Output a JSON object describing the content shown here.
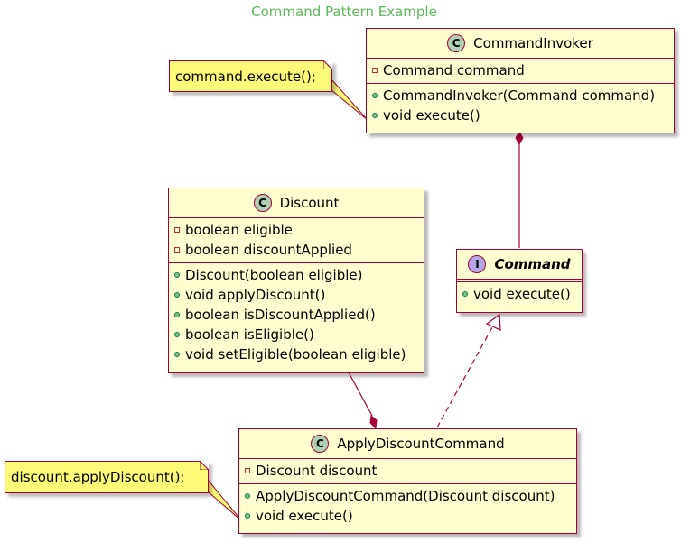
{
  "diagram": {
    "title": "Command Pattern Example",
    "classes": {
      "command_invoker": {
        "stereotype": "C",
        "name": "CommandInvoker",
        "fields": [
          {
            "visibility": "private",
            "text": "Command command"
          }
        ],
        "methods": [
          {
            "visibility": "public",
            "text": "CommandInvoker(Command command)"
          },
          {
            "visibility": "public",
            "text": "void execute()"
          }
        ]
      },
      "discount": {
        "stereotype": "C",
        "name": "Discount",
        "fields": [
          {
            "visibility": "private",
            "text": "boolean eligible"
          },
          {
            "visibility": "private",
            "text": "boolean discountApplied"
          }
        ],
        "methods": [
          {
            "visibility": "public",
            "text": "Discount(boolean eligible)"
          },
          {
            "visibility": "public",
            "text": "void applyDiscount()"
          },
          {
            "visibility": "public",
            "text": "boolean isDiscountApplied()"
          },
          {
            "visibility": "public",
            "text": "boolean isEligible()"
          },
          {
            "visibility": "public",
            "text": "void setEligible(boolean eligible)"
          }
        ]
      },
      "command": {
        "stereotype": "I",
        "name": "Command",
        "fields": [],
        "methods": [
          {
            "visibility": "public",
            "text": "void execute()"
          }
        ]
      },
      "apply_discount_command": {
        "stereotype": "C",
        "name": "ApplyDiscountCommand",
        "fields": [
          {
            "visibility": "private",
            "text": "Discount discount"
          }
        ],
        "methods": [
          {
            "visibility": "public",
            "text": "ApplyDiscountCommand(Discount discount)"
          },
          {
            "visibility": "public",
            "text": "void execute()"
          }
        ]
      }
    },
    "notes": {
      "invoker_note": "command.execute();",
      "apply_note": "discount.applyDiscount();"
    },
    "relations": [
      {
        "from": "CommandInvoker",
        "to": "Command",
        "kind": "composition"
      },
      {
        "from": "ApplyDiscountCommand",
        "to": "Discount",
        "kind": "composition"
      },
      {
        "from": "ApplyDiscountCommand",
        "to": "Command",
        "kind": "realization"
      }
    ],
    "colors": {
      "title": "#5cb85c",
      "class_fill": "#fefece",
      "border": "#a80036",
      "note_fill": "#fbfb77",
      "class_badge": "#add1b2",
      "interface_badge": "#b4a7e5"
    }
  }
}
